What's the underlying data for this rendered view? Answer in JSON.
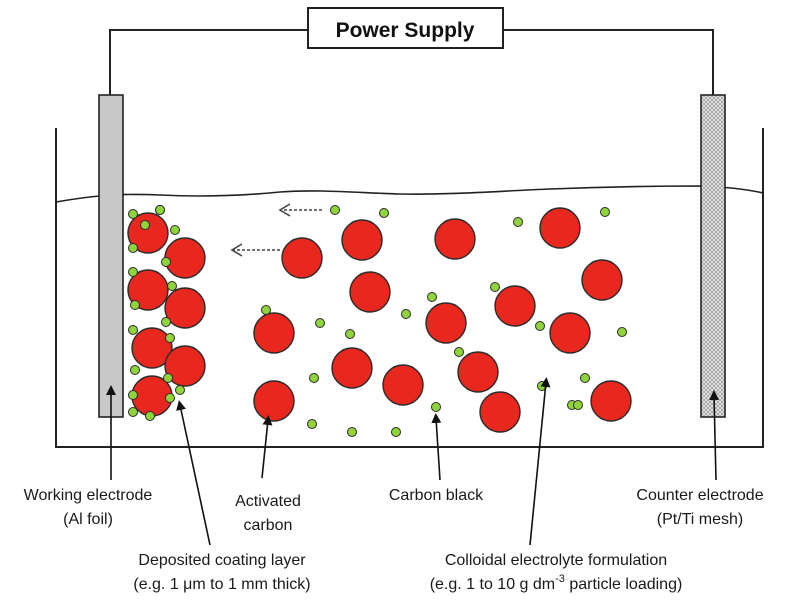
{
  "power_supply": {
    "label": "Power Supply"
  },
  "labels": {
    "working_electrode": [
      "Working electrode",
      "(Al foil)"
    ],
    "activated_carbon": [
      "Activated",
      "carbon"
    ],
    "carbon_black": "Carbon black",
    "counter_electrode": [
      "Counter electrode",
      "(Pt/Ti mesh)"
    ],
    "deposited_coating": [
      "Deposited coating layer",
      "(e.g. 1 μm to 1 mm thick)"
    ],
    "colloidal_formulation": {
      "line1": "Colloidal electrolyte formulation",
      "line2_pre": "(e.g. 1 to 10 g dm",
      "line2_sup": "-3",
      "line2_post": " particle loading)"
    }
  },
  "colors": {
    "activated_carbon": "#e8281e",
    "carbon_black": "#8fd43a",
    "outline": "#2b2b2b",
    "working_electrode": "#c8c8c8",
    "counter_electrode": "#e0e0e0"
  }
}
